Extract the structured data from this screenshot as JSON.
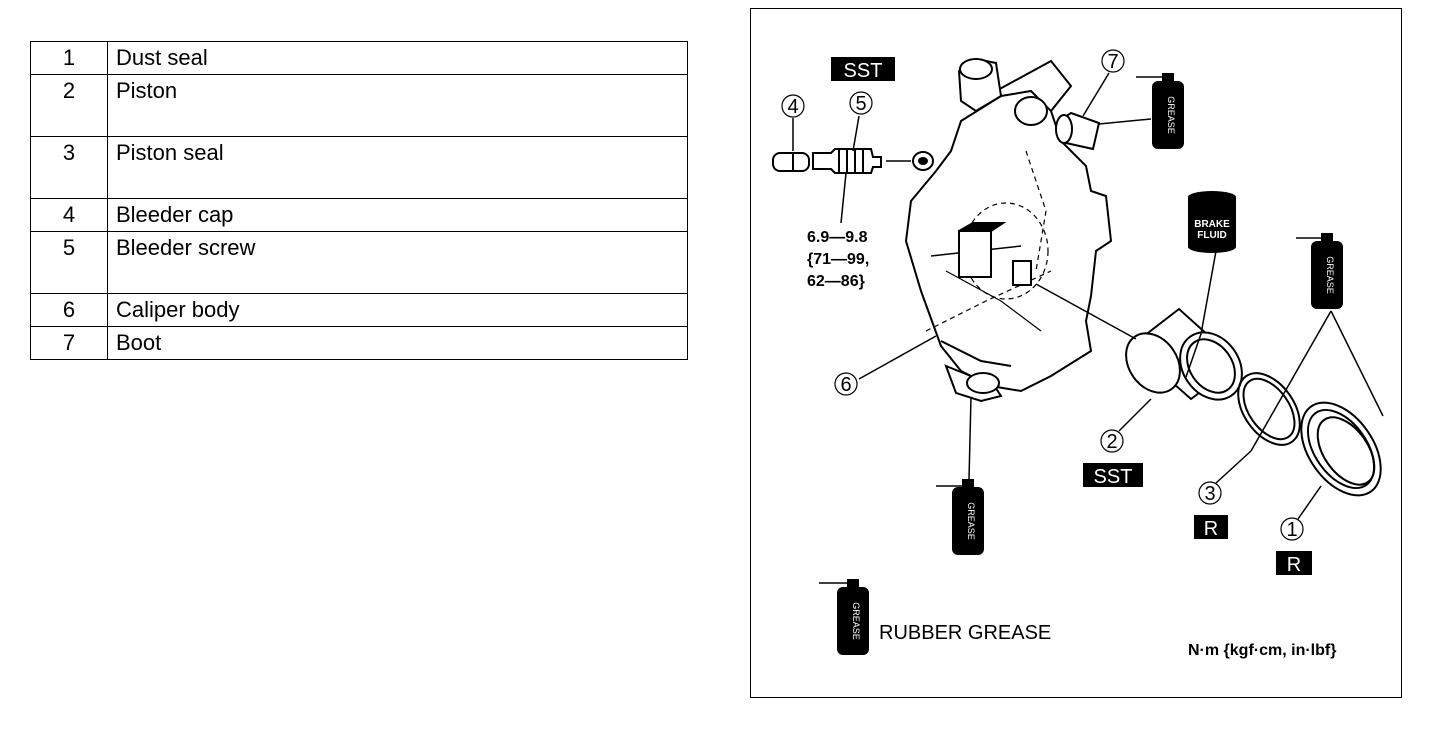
{
  "parts": [
    {
      "num": "1",
      "name": "Dust seal"
    },
    {
      "num": "2",
      "name": "Piston"
    },
    {
      "num": "3",
      "name": "Piston seal"
    },
    {
      "num": "4",
      "name": "Bleeder cap"
    },
    {
      "num": "5",
      "name": "Bleeder screw"
    },
    {
      "num": "6",
      "name": "Caliper body"
    },
    {
      "num": "7",
      "name": "Boot"
    }
  ],
  "diagram": {
    "sst_label": "SST",
    "r_label": "R",
    "grease_label": "GREASE",
    "brake_fluid_line1": "BRAKE",
    "brake_fluid_line2": "FLUID",
    "torque_line1": "6.9—9.8",
    "torque_line2": "{71—99,",
    "torque_line3": "62—86}",
    "rubber_grease_label": "RUBBER GREASE",
    "units_label": "N·m {kgf·cm, in·lbf}"
  }
}
